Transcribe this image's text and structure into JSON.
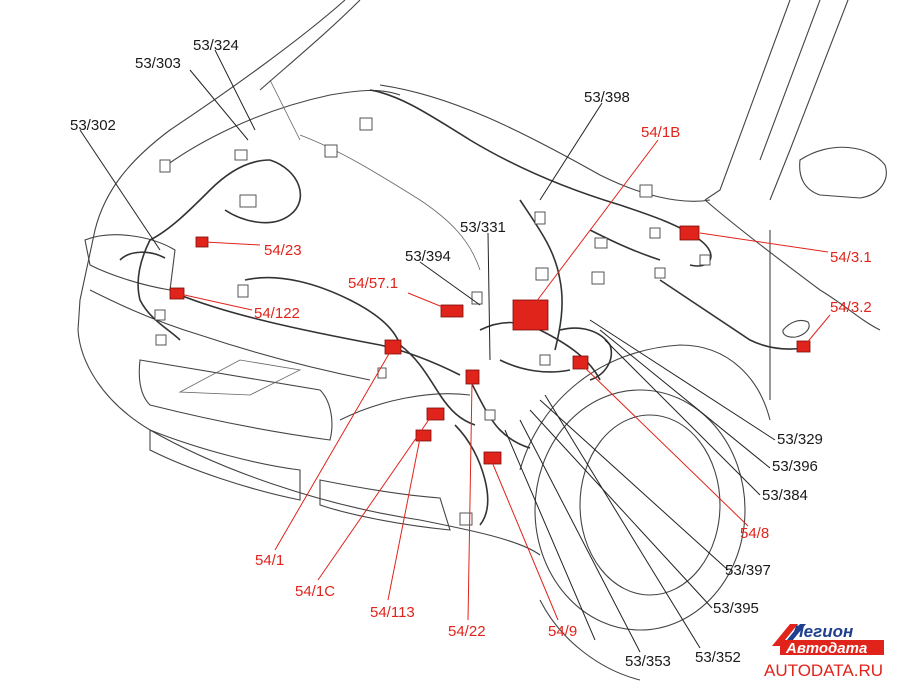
{
  "colors": {
    "label_black": "#1a1a1a",
    "label_red": "#e0241b",
    "connector": "#e0241b"
  },
  "labels_black": {
    "l_53_324": "53/324",
    "l_53_303": "53/303",
    "l_53_302": "53/302",
    "l_53_398": "53/398",
    "l_53_331": "53/331",
    "l_53_394": "53/394",
    "l_53_329": "53/329",
    "l_53_396": "53/396",
    "l_53_384": "53/384",
    "l_53_397": "53/397",
    "l_53_395": "53/395",
    "l_53_353": "53/353",
    "l_53_352": "53/352"
  },
  "labels_red": {
    "l_54_1B": "54/1B",
    "l_54_23": "54/23",
    "l_54_57_1": "54/57.1",
    "l_54_3_1": "54/3.1",
    "l_54_3_2": "54/3.2",
    "l_54_122": "54/122",
    "l_54_8": "54/8",
    "l_54_1": "54/1",
    "l_54_1C": "54/1C",
    "l_54_113": "54/113",
    "l_54_22": "54/22",
    "l_54_9": "54/9"
  },
  "logo": {
    "line1": "Легион",
    "line2": "Автодата",
    "url": "AUTODATA.RU"
  }
}
